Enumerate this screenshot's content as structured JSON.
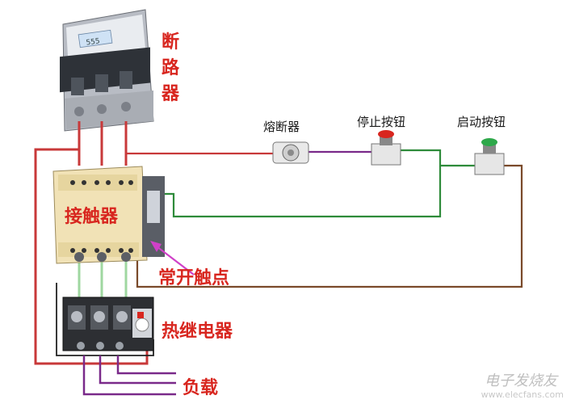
{
  "labels": {
    "breaker_chars": [
      "断",
      "路",
      "器"
    ],
    "contactor": "接触器",
    "normally_open": "常开触点",
    "thermal_relay": "热继电器",
    "load": "负载",
    "fuse": "熔断器",
    "stop_button": "停止按钮",
    "start_button": "启动按钮"
  },
  "device_marks": {
    "breaker_small_text": "555"
  },
  "watermark": {
    "title": "电子发烧友",
    "url": "www.elecfans.com"
  },
  "colors": {
    "label_red": "#d8261f",
    "wire_red": "#c8393a",
    "wire_green": "#2e8b3a",
    "wire_purple": "#7a2a8a",
    "wire_brown": "#7a4a2a",
    "wire_light_green": "#9fd7a0",
    "arrow_magenta": "#d040c8"
  }
}
